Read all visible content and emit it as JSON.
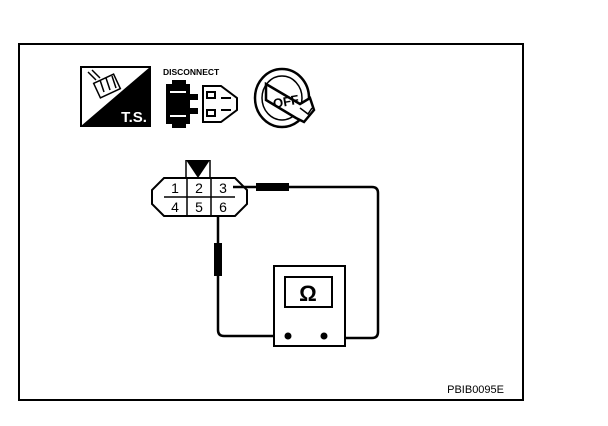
{
  "icons": {
    "ts_label": "T.S.",
    "disconnect_label": "DISCONNECT",
    "key_label": "OFF"
  },
  "connector": {
    "pins_top": [
      "1",
      "2",
      "3"
    ],
    "pins_bottom": [
      "4",
      "5",
      "6"
    ]
  },
  "meter": {
    "symbol": "Ω"
  },
  "figure_code": "PBIB0095E",
  "colors": {
    "line": "#000000",
    "background": "#ffffff"
  }
}
